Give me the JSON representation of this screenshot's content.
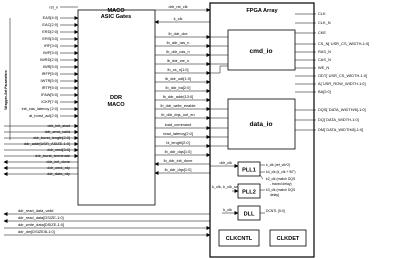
{
  "maco_box": {
    "title_line1": "MACO",
    "title_line2": "ASIC Gates",
    "ddr_line1": "DDR",
    "ddr_line2": "MACO"
  },
  "fpga_box": {
    "title": "FPGA Array"
  },
  "top_signals": {
    "rst_n": "rst_n",
    "ddr_rst_clk": "ddr_rst_clk",
    "k_clk": "k_clk"
  },
  "param_bracket_label": "Wrapper-Set Parameters",
  "param_signals": [
    "rst_n",
    "EAS[4:0]",
    "EAC[2:0]",
    "ERD[2:0]",
    "ERS[3:0]",
    "IRF[3:0]",
    "IWP[3:0]",
    "IWRD[2:0]",
    "IWR[5:0]",
    "IRFP[5:0]",
    "IWTR[5:0]",
    "IRTP[5:0]",
    "IFAW[5:0]",
    "ICKP[7:0]",
    "init_cas_latency [2:0]",
    "at_burst_act[2:0]"
  ],
  "cmd_in_signals": [
    "ddr_init_start",
    "ddr_cmd_valid",
    "ddr_burst_length[2:0]",
    "ddr_addr[USR_ASIZE-1:0]",
    "ddr_cmd[3:0]",
    "ddr_burst_terminate",
    "ddr_init_done",
    "ddr_cmd_rdy",
    "ddr_data_rdy"
  ],
  "read_signals": [
    "ddr_read_data_valid",
    "ddr_read_data[DSIZE-1:0]",
    "ddr_write_data[DSIZE-1:0]",
    "ddr_dm[DSIZE/8-1:0]"
  ],
  "bus_signals": [
    "k_clk",
    "lb_ddr_cke",
    "lb_ddr_ras_n",
    "lb_ddr_cas_n",
    "lb_ddr_we_n",
    "lb_cs_n[1:0]",
    "lb_ddr_odt[1:0]",
    "lb_ddr_ba[2:0]",
    "lb_ddr_addr[13:0]",
    "lb_ddr_write_enable",
    "lb_ddr_dqs_out_en",
    "load_command",
    "read_latency[2:0]",
    "bl_length[2:0]",
    "lb_ddr_dqs[1:0]",
    "lb_ddr_init_done",
    "lb_ddr_dqs[1:0]"
  ],
  "inner_blocks": {
    "cmd_io": "cmd_io",
    "data_io": "data_io"
  },
  "right_signals": [
    "CLK",
    "CLK_N",
    "CKE",
    "CS_N[`USR_CS_WIDTH-1:0]",
    "RAS_N",
    "CAS_N",
    "WE_N",
    "ODT[`USR_CS_WIDTH-1:0]",
    "A[`USR_ROW_WIDTH-1:0]",
    "BA[2:0]",
    "DQS[`DATA_WIDTH/8]-1:0]",
    "DQ[`DATA_WIDTH-1:0]",
    "DM[`DATA_WIDTH/8]-1:0]"
  ],
  "pll1": {
    "label": "PLL1",
    "input": "ddr_clk",
    "outputs": [
      "k_clk (ref_clk*2)",
      "k4_clk (k_clk + 90°)",
      "k2_clk (match DQS",
      "- traced delay)"
    ]
  },
  "pll2": {
    "label": "PLL2",
    "input": "k_clk, k_clk_sc",
    "outputs": [
      "k3_clk (match DQS",
      "delay)"
    ]
  },
  "dll": {
    "label": "DLL",
    "input": "k_clk",
    "output": "DCNTL [5:0]"
  },
  "clkcntl": "CLKCNTL",
  "clkdet": "CLKDET",
  "colors": {
    "line": "#000000",
    "background": "#ffffff"
  }
}
